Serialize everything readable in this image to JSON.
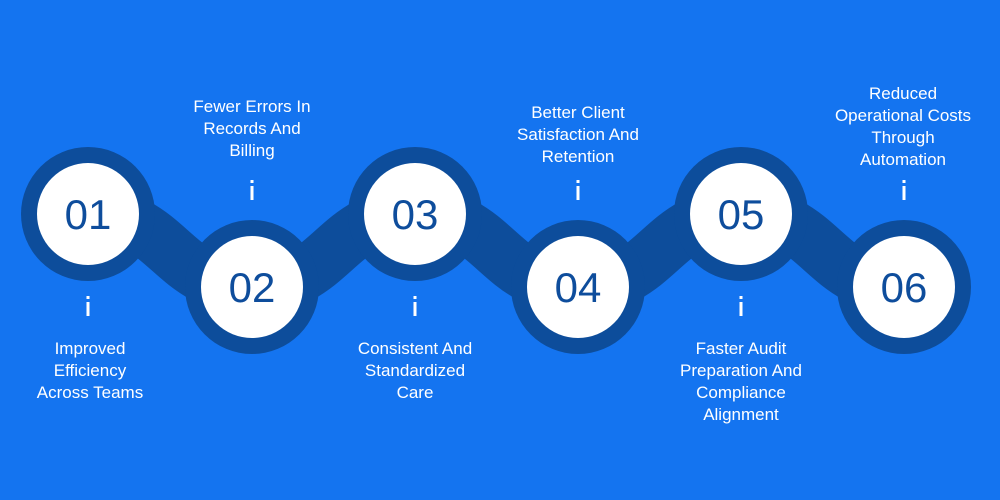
{
  "colors": {
    "background": "#1474f0",
    "track": "#0d4d9b",
    "disc": "#ffffff",
    "number": "#0e4d9c",
    "text": "#ffffff"
  },
  "steps": [
    {
      "number": "01",
      "text": "Improved\nEfficiency\nAcross Teams",
      "position": "bottom"
    },
    {
      "number": "02",
      "text": "Fewer Errors In\nRecords And\nBilling",
      "position": "top"
    },
    {
      "number": "03",
      "text": "Consistent And\nStandardized\nCare",
      "position": "bottom"
    },
    {
      "number": "04",
      "text": "Better Client\nSatisfaction And\nRetention",
      "position": "top"
    },
    {
      "number": "05",
      "text": "Faster Audit\nPreparation And\nCompliance\nAlignment",
      "position": "bottom"
    },
    {
      "number": "06",
      "text": "Reduced\nOperational Costs\nThrough\nAutomation",
      "position": "top"
    }
  ]
}
